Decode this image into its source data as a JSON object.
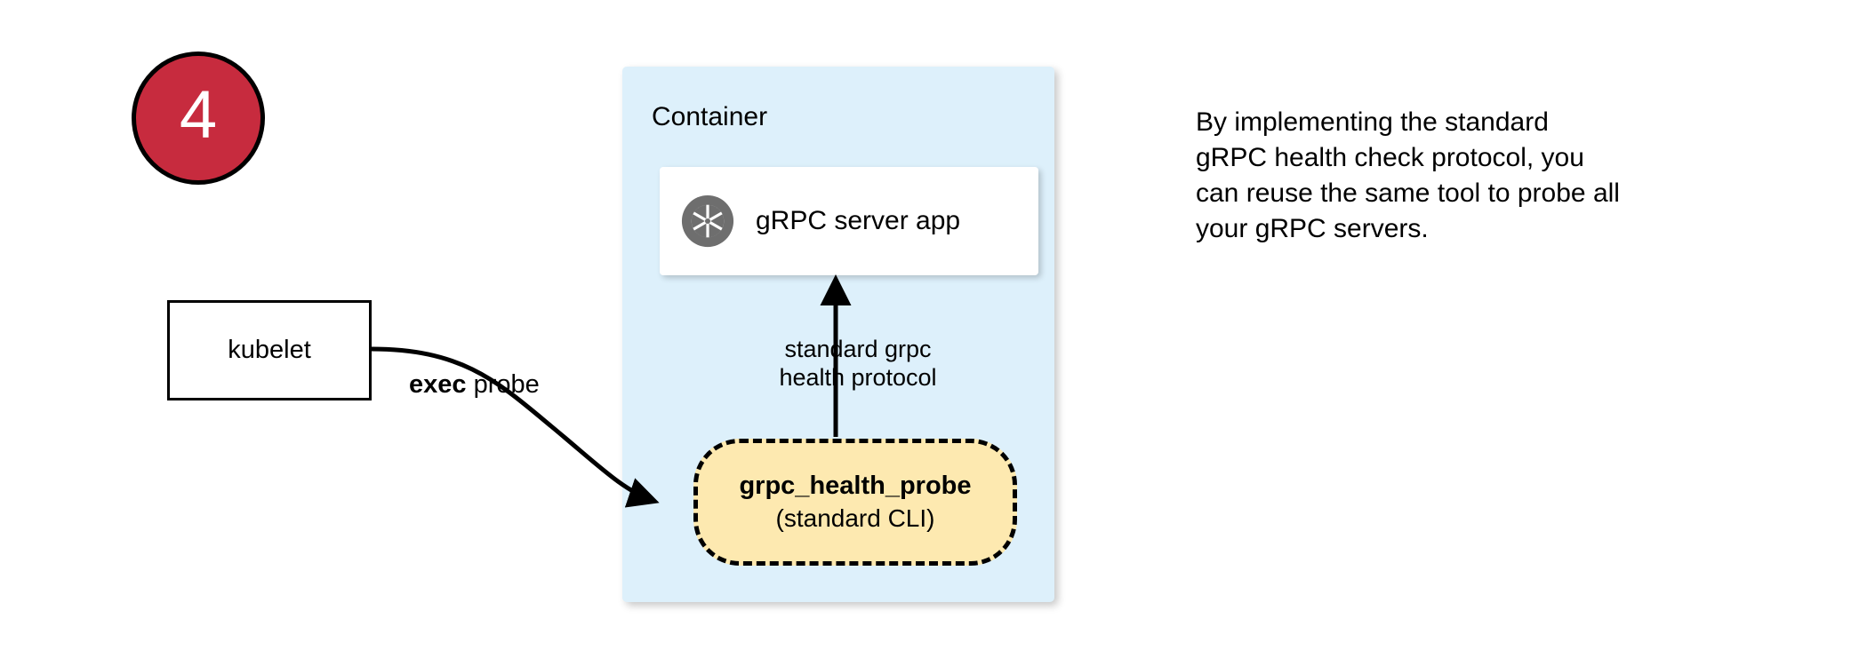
{
  "step": {
    "number": "4",
    "fill_color": "#c72b3e",
    "border_color": "#000000",
    "text_color": "#ffffff"
  },
  "kubelet": {
    "label": "kubelet"
  },
  "edges": {
    "exec_probe": {
      "label_bold": "exec",
      "label_rest": " probe"
    },
    "health_protocol": {
      "line1": "standard grpc",
      "line2": "health protocol"
    }
  },
  "container": {
    "title": "Container",
    "fill_color": "#ddf0fb",
    "server_card": {
      "icon": "grpc-aperture-icon",
      "icon_color": "#6e6e6e",
      "label": "gRPC server app",
      "fill_color": "#ffffff"
    },
    "probe_node": {
      "title": "grpc_health_probe",
      "subtitle": "(standard CLI)",
      "fill_color": "#fde9b0",
      "border_style": "dashed",
      "border_color": "#000000"
    }
  },
  "annotation": {
    "lines": [
      "By implementing the standard",
      "gRPC health check protocol, you",
      "can reuse the same tool to probe all",
      "your gRPC servers."
    ]
  }
}
